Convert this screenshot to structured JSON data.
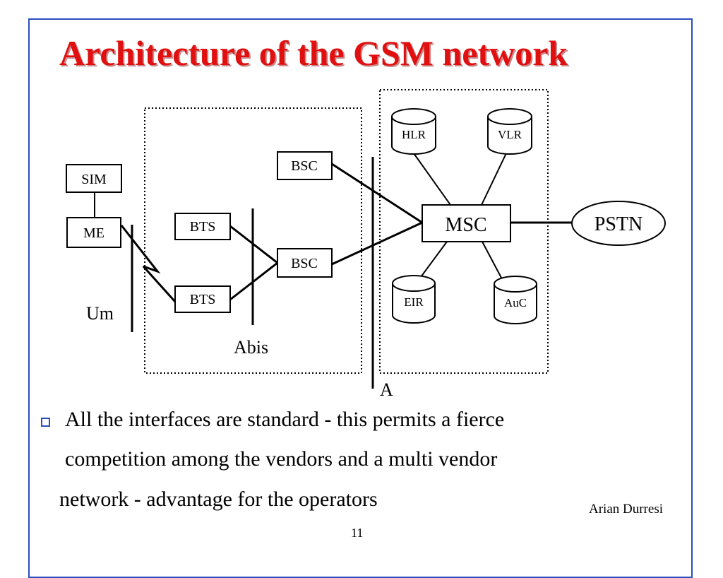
{
  "slide": {
    "title": "Architecture of the GSM network",
    "author": "Arian Durresi",
    "page_number": "11",
    "bullet_icon": "square-bullet-icon",
    "bullet_lines": [
      "All the interfaces are standard - this permits a fierce",
      "competition among the vendors and a multi vendor",
      "network - advantage for the operators"
    ],
    "colors": {
      "title": "#e01010",
      "frame": "#2a4fbf",
      "bullet": "#2a4fbf"
    }
  },
  "diagram": {
    "nodes": {
      "sim": "SIM",
      "me": "ME",
      "bts_top": "BTS",
      "bts_bottom": "BTS",
      "bsc_top": "BSC",
      "bsc_middle": "BSC",
      "msc": "MSC",
      "pstn": "PSTN",
      "hlr": "HLR",
      "vlr": "VLR",
      "eir": "EIR",
      "auc": "AuC"
    },
    "interfaces": {
      "um": "Um",
      "abis": "Abis",
      "a": "A"
    }
  }
}
